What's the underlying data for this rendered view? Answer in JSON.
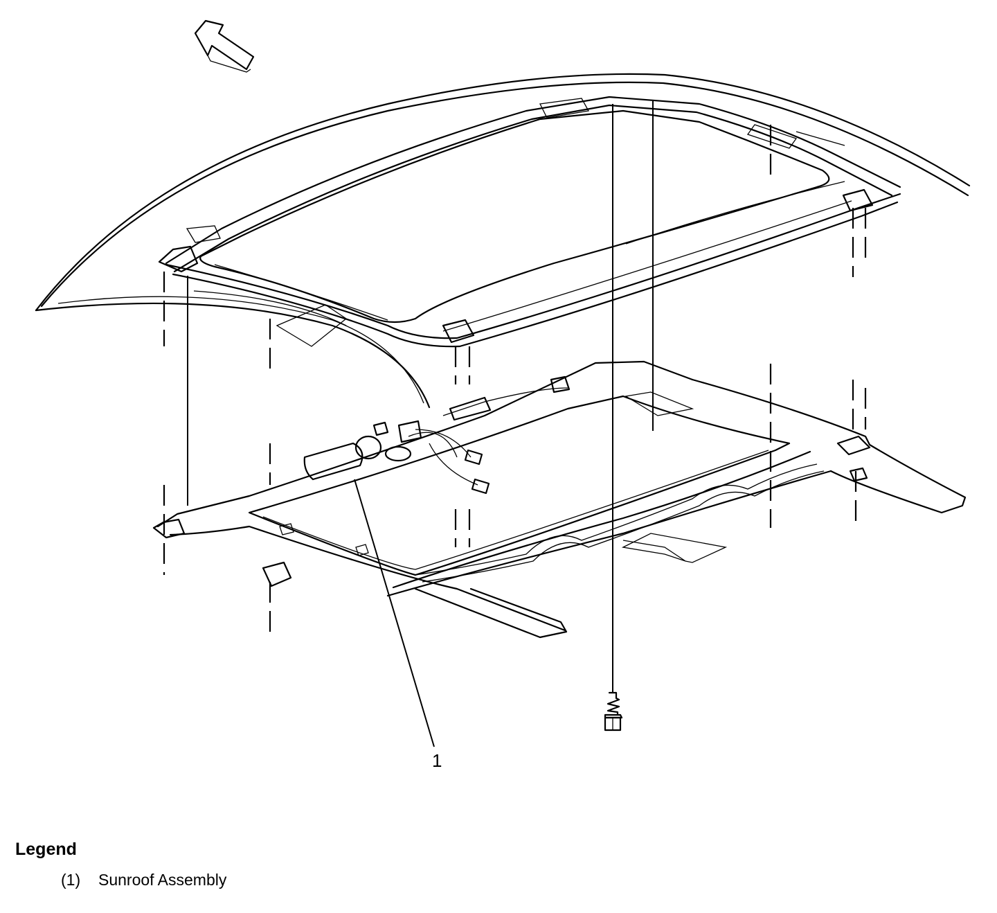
{
  "diagram": {
    "callouts": [
      {
        "label": "1",
        "part": "Sunroof Assembly"
      }
    ],
    "icons": [
      "direction-arrow-icon",
      "bolt-icon"
    ]
  },
  "legend": {
    "title": "Legend",
    "items": [
      {
        "number": "(1)",
        "text": "Sunroof Assembly"
      }
    ]
  }
}
